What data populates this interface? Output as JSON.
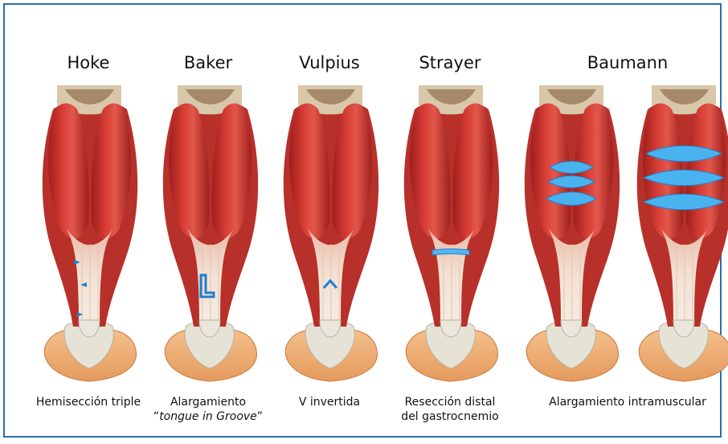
{
  "titles": {
    "hoke": "Hoke",
    "baker": "Baker",
    "vulpius": "Vulpius",
    "strayer": "Strayer",
    "baumann": "Baumann"
  },
  "captions": {
    "hoke": "Hemisección triple",
    "baker_line1": "Alargamiento",
    "baker_quote_open": "“",
    "baker_italic": "tongue in Groove",
    "baker_quote_close": "”",
    "vulpius": "V invertida",
    "strayer_line1": "Resección distal",
    "strayer_line2": "del gastrocnemio",
    "baumann": "Alargamiento intramuscular"
  },
  "colors": {
    "frame": "#2a6fa8",
    "muscle": "#c8322d",
    "muscle_light": "#e8a38d",
    "tendon": "#f3e6da",
    "bone": "#e6e2d6",
    "skin": "#f0b07a",
    "incision": "#2f9be0"
  }
}
